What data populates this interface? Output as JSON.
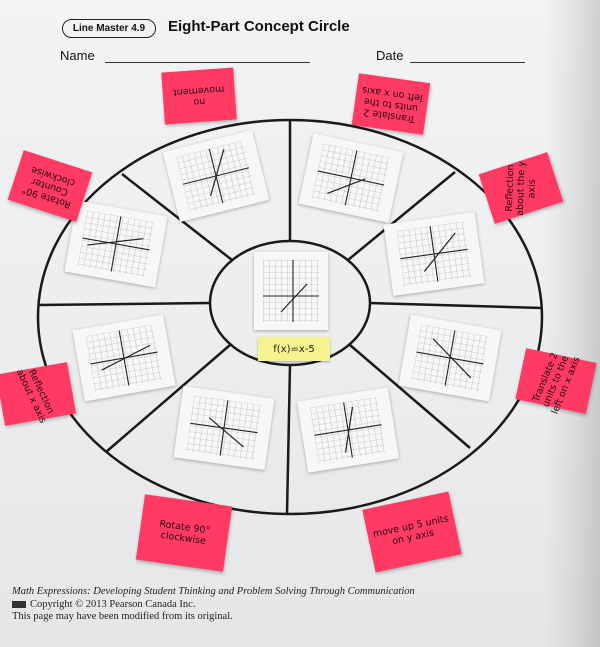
{
  "header": {
    "badge": "Line Master 4.9",
    "title": "Eight-Part Concept Circle",
    "name_label": "Name",
    "date_label": "Date"
  },
  "center": {
    "formula": "f(x)=x-5"
  },
  "sticky_notes": [
    {
      "id": "top-left",
      "text": "no movement"
    },
    {
      "id": "top-right",
      "text": "Translate 2 units to the left on x axis"
    },
    {
      "id": "upper-left",
      "text": "Rotate 90° Counter clockwise"
    },
    {
      "id": "upper-right",
      "text": "Reflection about the y axis"
    },
    {
      "id": "lower-left",
      "text": "Reflection about x axis"
    },
    {
      "id": "lower-right",
      "text": "Translate 2 units to the left on x axis"
    },
    {
      "id": "bottom-left",
      "text": "Rotate 90° clockwise"
    },
    {
      "id": "bottom-right",
      "text": "move up 5 units on y axis"
    }
  ],
  "footer": {
    "line1": "Math Expressions: Developing Student Thinking and Problem Solving Through Communication",
    "line2": "Copyright © 2013 Pearson Canada Inc.",
    "line3": "This page may have been modified from its original."
  },
  "colors": {
    "sticky": "#ff3a63",
    "formula_note": "#f6f28e",
    "ink": "#222222"
  },
  "icons": {
    "publisher": "pearson-logo-icon"
  }
}
